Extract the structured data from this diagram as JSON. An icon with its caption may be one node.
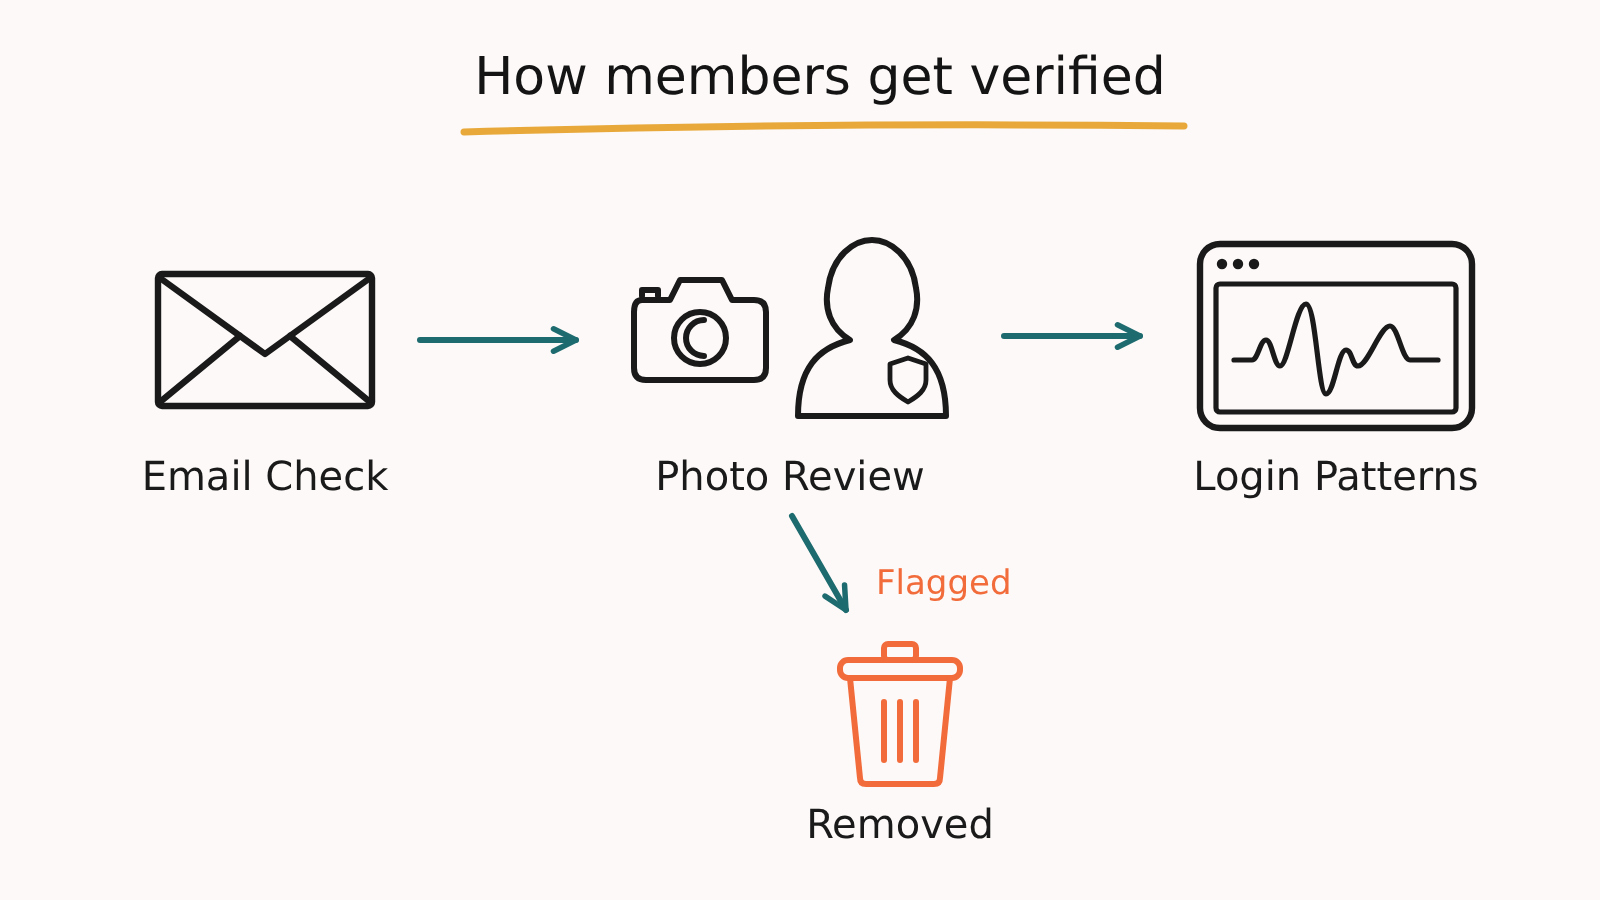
{
  "diagram": {
    "title": "How members get verified",
    "nodes": [
      {
        "text": [
          "Email Check"
        ]
      },
      {
        "text": [
          "Photo Review"
        ]
      },
      {
        "text": [
          "Login Patterns"
        ]
      },
      {
        "text": [
          "Removed"
        ]
      }
    ],
    "edges": [
      {
        "from": 0,
        "to": 1,
        "arrow": "to"
      },
      {
        "from": 1,
        "to": 2,
        "arrow": "to"
      },
      {
        "from": 1,
        "to": 3,
        "arrow": "to",
        "label": "Flagged"
      }
    ]
  }
}
